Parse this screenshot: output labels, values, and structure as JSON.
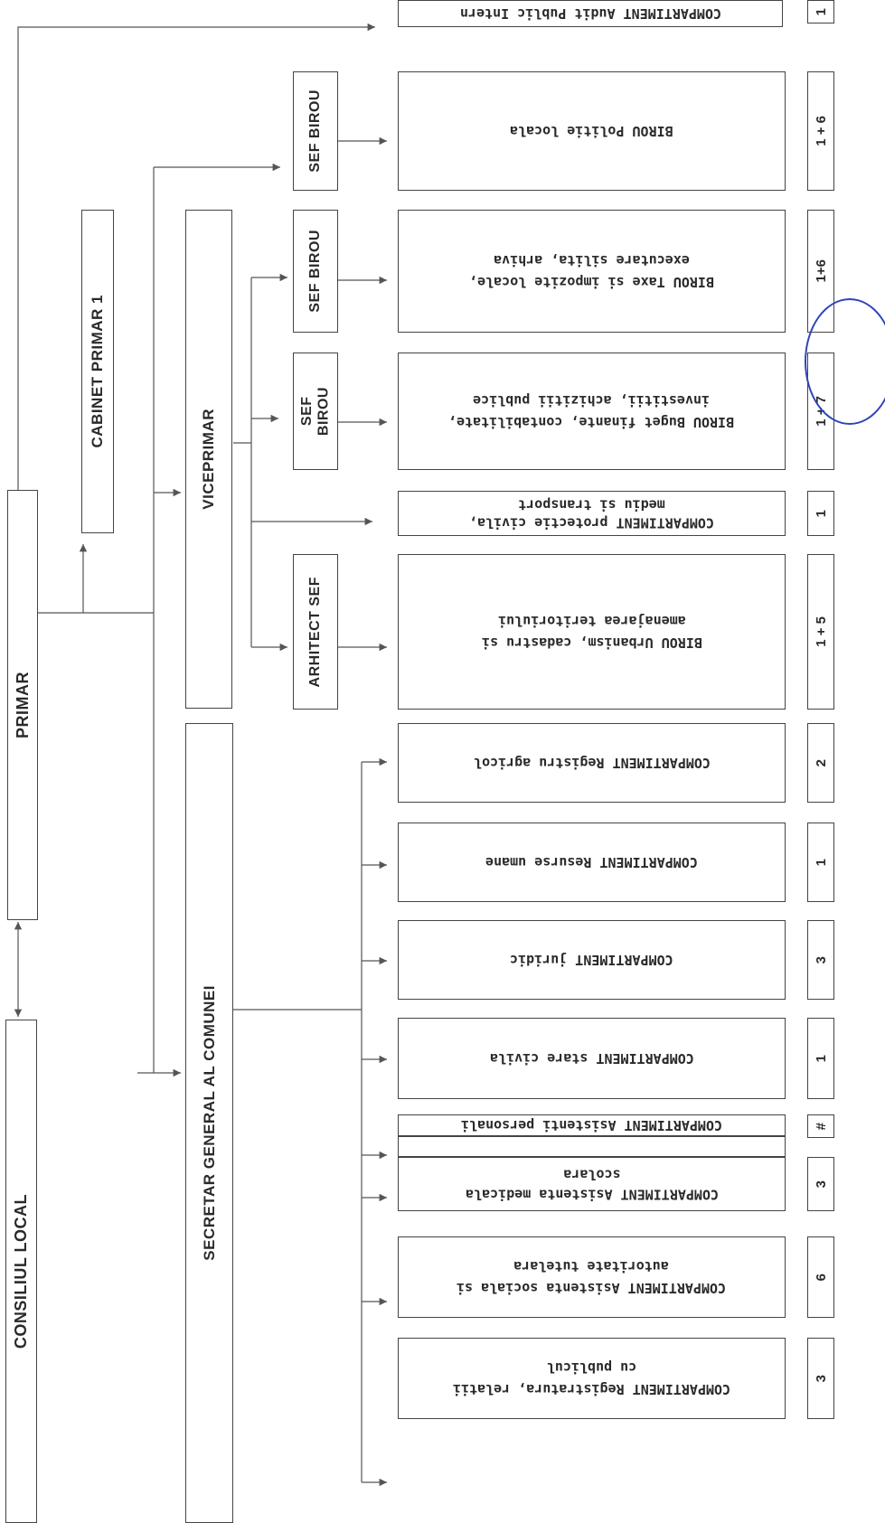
{
  "top_row": {
    "consiliu_local": "CONSILIUL LOCAL",
    "primar": "PRIMAR",
    "cabinet": "CABINET PRIMAR 1"
  },
  "second_row": {
    "secretar": "SECRETAR GENERAL AL COMUNEI",
    "viceprimar": "VICEPRIMAR"
  },
  "chiefs": {
    "arhitect": "ARHITECT SEF",
    "sef_birou_1_line1": "SEF",
    "sef_birou_1_line2": "BIROU",
    "sef_birou_2": "SEF BIROU",
    "sef_birou_3": "SEF BIROU"
  },
  "departments": [
    {
      "line1": "COMPARTIMENT Registratura, relatii",
      "line2": "cu publicul",
      "staff": "3"
    },
    {
      "line1": "COMPARTIMENT Asistenta sociala si",
      "line2": "autoritate tutelara",
      "staff": "6"
    },
    {
      "line1": "COMPARTIMENT Asistenta medicala",
      "line2": "scolara",
      "staff": "3"
    },
    {
      "line1": "COMPARTIMENT Asistenti personali",
      "line2": "",
      "staff": "#"
    },
    {
      "line1": "COMPARTIMENT stare civila",
      "line2": "",
      "staff": "1"
    },
    {
      "line1": "COMPARTIMENT juridic",
      "line2": "",
      "staff": "3"
    },
    {
      "line1": "COMPARTIMENT Resurse umane",
      "line2": "",
      "staff": "1"
    },
    {
      "line1": "COMPARTIMENT Registru agricol",
      "line2": "",
      "staff": "2"
    },
    {
      "line1": "BIROU Urbanism, cadastru si",
      "line2": "amenajarea teritoriului",
      "staff": "1 + 5"
    },
    {
      "line1": "COMPARTIMENT protectie civila,",
      "line2": "mediu si transport",
      "staff": "1"
    },
    {
      "line1": "BIROU Buget finante, contabilitate,",
      "line2": "investitii, achizitii publice",
      "staff": "1 + 7"
    },
    {
      "line1": "BIROU Taxe si impozite locale,",
      "line2": "executare silita, arhiva",
      "staff": "1+6"
    },
    {
      "line1": "BIROU Politie locala",
      "line2": "",
      "staff": "1 + 6"
    },
    {
      "line1": "COMPARTIMENT Audit Public Intern",
      "line2": "",
      "staff": "1"
    }
  ]
}
